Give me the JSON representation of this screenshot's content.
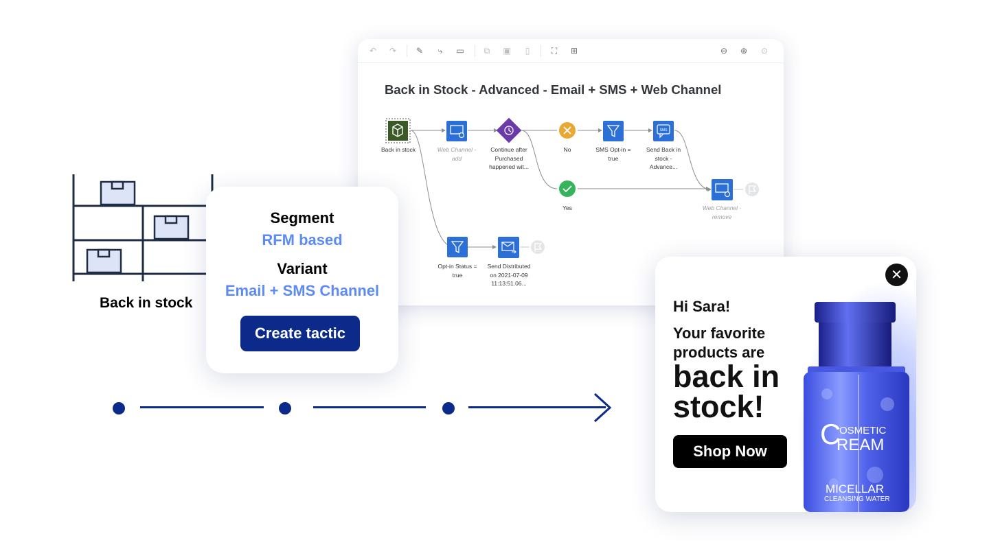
{
  "shelf": {
    "label": "Back in stock"
  },
  "editor": {
    "title": "Back in Stock - Advanced - Email + SMS + Web Channel",
    "toolbar": [
      "undo-icon",
      "redo-icon",
      "pencil-icon",
      "connect-icon",
      "comment-icon",
      "copy-icon",
      "paste-icon",
      "delete-icon",
      "fit-icon",
      "auto-layout-icon",
      "zoom-out-icon",
      "zoom-in-icon",
      "zoom-reset-icon"
    ],
    "nodes": {
      "start": [
        "Back in stock"
      ],
      "web_add": [
        "Web Channel -",
        "add"
      ],
      "wait": [
        "Continue after",
        "Purchased",
        "happened wit..."
      ],
      "no": [
        "No"
      ],
      "sms_optin": [
        "SMS Opt-in =",
        "true"
      ],
      "send_sms": [
        "Send Back in",
        "stock -",
        "Advance..."
      ],
      "yes": [
        "Yes"
      ],
      "web_remove": [
        "Web Channel -",
        "remove"
      ],
      "optin": [
        "Opt-in Status =",
        "true"
      ],
      "send_email": [
        "Send Distributed",
        "on 2021-07-09",
        "11:13:51.06..."
      ]
    },
    "sms_badge": "SMS",
    "colors": {
      "action": "#2c6fd6",
      "start": "#3b5a26",
      "wait": "#6b3ba9",
      "no": "#e8a835",
      "yes": "#36b35b"
    }
  },
  "card": {
    "segment_heading": "Segment",
    "segment_value": "RFM based",
    "variant_heading": "Variant",
    "variant_value": "Email + SMS Channel",
    "button_label": "Create tactic"
  },
  "promo": {
    "greeting": "Hi Sara!",
    "line1": "Your favorite",
    "line2": "products are",
    "big1": "back in",
    "big2": "stock!",
    "button_label": "Shop Now",
    "close_label": "✕",
    "bottle": {
      "top": "OSMETIC",
      "cap1": "C",
      "main": "REAM",
      "sub1": "MICELLAR",
      "sub2": "CLEANSING WATER"
    }
  },
  "colors": {
    "navy": "#0c2a8a",
    "accent": "#5d8bf4"
  }
}
